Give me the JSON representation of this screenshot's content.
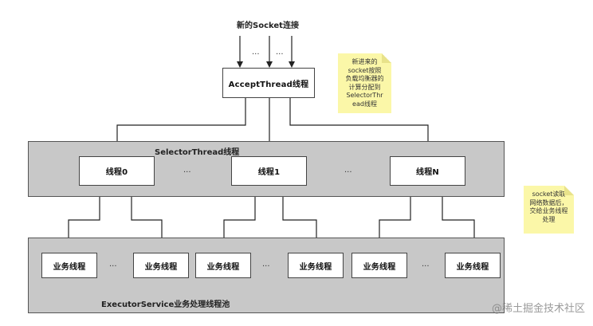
{
  "title": "新的Socket连接",
  "accept_thread": "AcceptThread线程",
  "selector_region_label": "SelectorThread线程",
  "selector_threads": [
    "线程0",
    "线程1",
    "线程N"
  ],
  "executor_region_label": "ExecutorService业务处理线程池",
  "worker_label": "业务线程",
  "ellipsis": "...",
  "note_top": [
    "新进来的",
    "socket按照",
    "负载均衡器的",
    "计算分配到",
    "SelectorThr",
    "ead线程"
  ],
  "note_right": [
    "socket读取",
    "网络数据后，",
    "交给业务线程",
    "处理"
  ],
  "watermark": "@稀土掘金技术社区",
  "colors": {
    "region": "#c8c8c8",
    "note": "#fbf7a8",
    "line": "#222222"
  }
}
